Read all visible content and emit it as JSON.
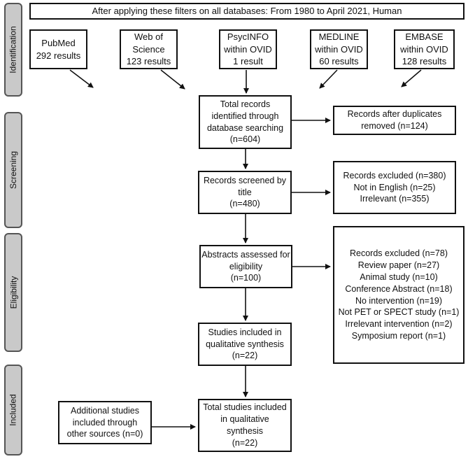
{
  "filter_header": "After applying these filters on all databases: From 1980 to April 2021, Human",
  "stages": {
    "identification": "Identification",
    "screening": "Screening",
    "eligibility": "Eligibility",
    "included": "Included"
  },
  "sources": {
    "pubmed": "PubMed\n292 results",
    "web_of_science": "Web of\nScience\n123 results",
    "psycinfo": "PsycINFO\nwithin OVID\n1 result",
    "medline": "MEDLINE\nwithin OVID\n60 results",
    "embase": "EMBASE\nwithin OVID\n128 results"
  },
  "flow": {
    "total_records": "Total records\nidentified through\ndatabase searching\n(n=604)",
    "after_duplicates": "Records after duplicates\nremoved (n=124)",
    "screened_title": "Records screened by\ntitle\n(n=480)",
    "excluded_title": "Records excluded (n=380)\nNot in English (n=25)\nIrrelevant (n=355)",
    "abstracts": "Abstracts assessed for\neligibility\n(n=100)",
    "excluded_abstracts": "Records excluded (n=78)\nReview paper (n=27)\nAnimal study (n=10)\nConference Abstract (n=18)\nNo intervention (n=19)\nNot PET or SPECT study (n=1)\nIrrelevant intervention (n=2)\nSymposium report (n=1)",
    "qualitative": "Studies included in\nqualitative synthesis\n(n=22)",
    "additional": "Additional studies\nincluded through\nother sources (n=0)",
    "total_included": "Total studies included\nin qualitative\nsynthesis\n(n=22)"
  }
}
